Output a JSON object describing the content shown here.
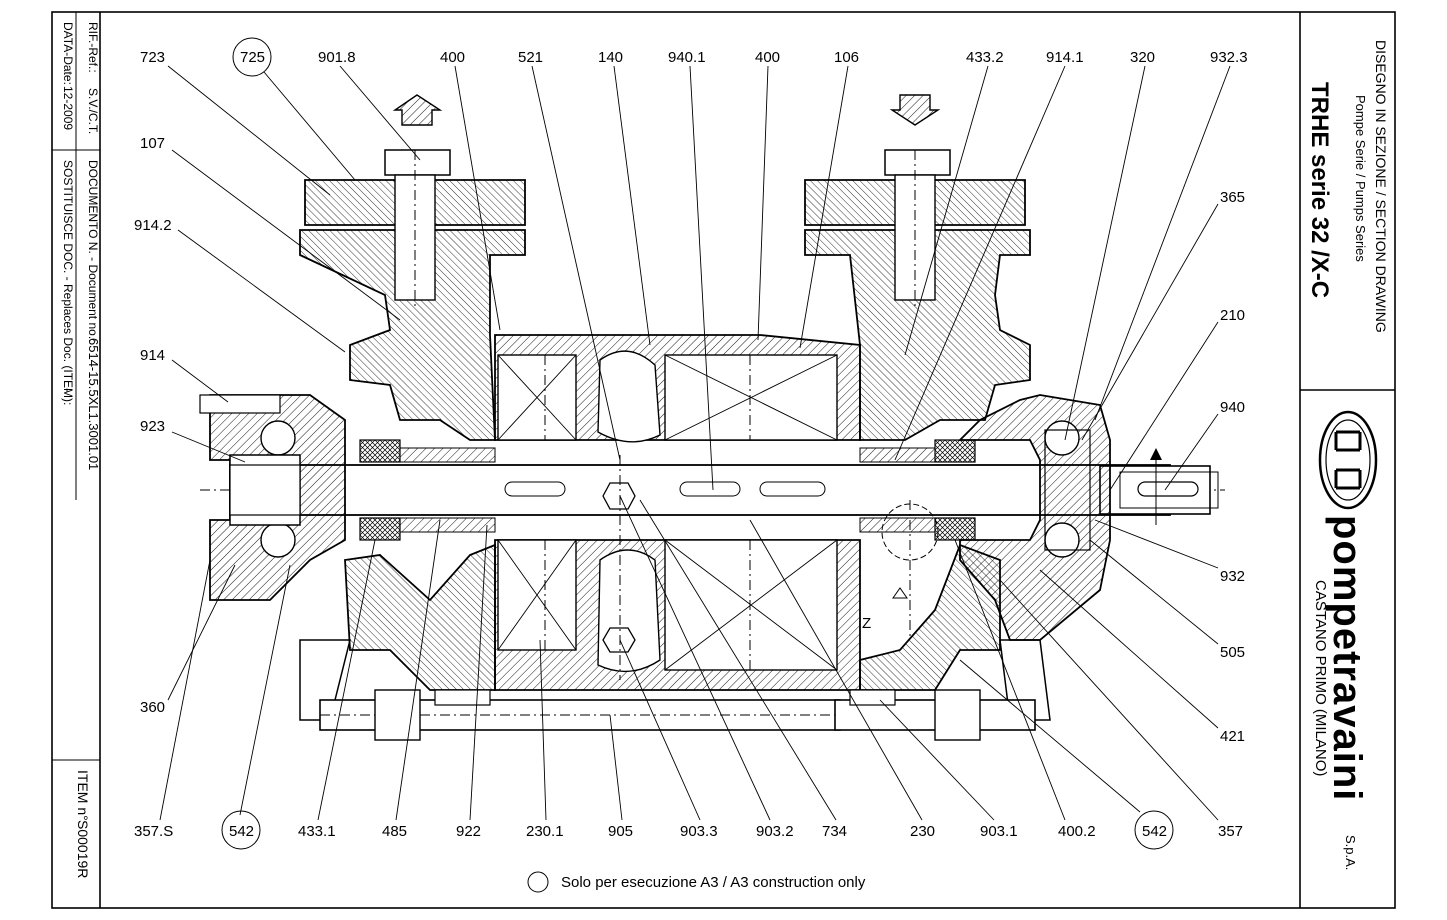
{
  "title_block": {
    "drawing_title": "DISEGNO IN SEZIONE / SECTION DRAWING",
    "series_line": "Pompe Serie / Pumps Series",
    "model": "TRHE serie 32 /X-C",
    "brand": "pompetravaini",
    "brand_suffix": "S.p.A.",
    "location": "CASTANO PRIMO (MILANO)"
  },
  "left_strip": {
    "rif_label": "RIF.-Ref.:",
    "rif_value": "S.V./C.T.",
    "data_label": "DATA-Date:",
    "data_value": "12-2009",
    "doc_label": "DOCUMENTO N. - Document no.:",
    "doc_value": "6514-15.5XL1.3001.01",
    "sost_label": "SOSTITUISCE DOC. - Replaces Doc. (ITEM):",
    "sost_value": "-",
    "item_label": "ITEM n°",
    "item_value": "S00019R"
  },
  "footnote": "Solo per esecuzione A3 / A3 construction only",
  "labels_top": [
    {
      "text": "723",
      "circled": false
    },
    {
      "text": "725",
      "circled": true
    },
    {
      "text": "901.8",
      "circled": false
    },
    {
      "text": "400",
      "circled": false
    },
    {
      "text": "521",
      "circled": false
    },
    {
      "text": "140",
      "circled": false
    },
    {
      "text": "940.1",
      "circled": false
    },
    {
      "text": "400",
      "circled": false
    },
    {
      "text": "106",
      "circled": false
    },
    {
      "text": "433.2",
      "circled": false
    },
    {
      "text": "914.1",
      "circled": false
    },
    {
      "text": "320",
      "circled": false
    },
    {
      "text": "932.3",
      "circled": false
    }
  ],
  "labels_left": [
    "107",
    "914.2",
    "914",
    "923",
    "360"
  ],
  "labels_right": [
    "365",
    "210",
    "940",
    "932",
    "505",
    "421"
  ],
  "labels_bottom": [
    {
      "text": "357.S",
      "circled": false
    },
    {
      "text": "542",
      "circled": true
    },
    {
      "text": "433.1",
      "circled": false
    },
    {
      "text": "485",
      "circled": false
    },
    {
      "text": "922",
      "circled": false
    },
    {
      "text": "230.1",
      "circled": false
    },
    {
      "text": "905",
      "circled": false
    },
    {
      "text": "903.3",
      "circled": false
    },
    {
      "text": "903.2",
      "circled": false
    },
    {
      "text": "734",
      "circled": false
    },
    {
      "text": "230",
      "circled": false
    },
    {
      "text": "903.1",
      "circled": false
    },
    {
      "text": "400.2",
      "circled": false
    },
    {
      "text": "542",
      "circled": true
    },
    {
      "text": "357",
      "circled": false
    }
  ],
  "view_marker": "Z"
}
